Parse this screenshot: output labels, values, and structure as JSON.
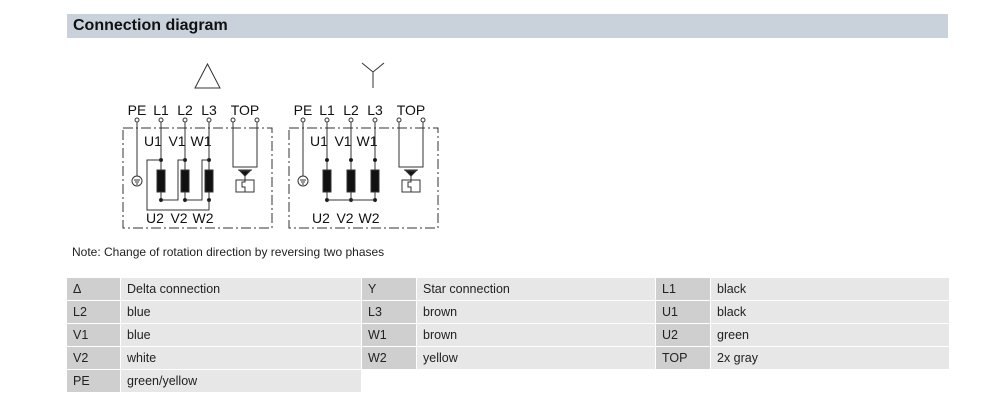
{
  "header": {
    "title": "Connection diagram"
  },
  "diagram": {
    "delta_symbol": "delta-symbol",
    "star_symbol": "star-symbol",
    "terminals": [
      "PE",
      "L1",
      "L2",
      "L3",
      "TOP"
    ],
    "windings_top": [
      "U1",
      "V1",
      "W1"
    ],
    "windings_bottom": [
      "U2",
      "V2",
      "W2"
    ]
  },
  "note": "Note: Change of rotation direction by reversing two phases",
  "table": {
    "rows": [
      [
        [
          "Δ",
          "Delta connection"
        ],
        [
          "Y",
          "Star connection"
        ],
        [
          "L1",
          "black"
        ]
      ],
      [
        [
          "L2",
          "blue"
        ],
        [
          "L3",
          "brown"
        ],
        [
          "U1",
          "black"
        ]
      ],
      [
        [
          "V1",
          "blue"
        ],
        [
          "W1",
          "brown"
        ],
        [
          "U2",
          "green"
        ]
      ],
      [
        [
          "V2",
          "white"
        ],
        [
          "W2",
          "yellow"
        ],
        [
          "TOP",
          "2x gray"
        ]
      ],
      [
        [
          "PE",
          "green/yellow"
        ]
      ]
    ]
  }
}
